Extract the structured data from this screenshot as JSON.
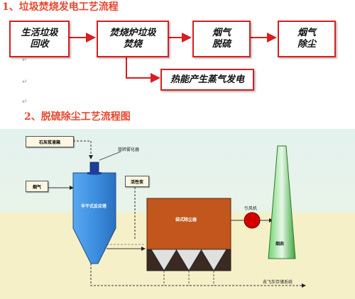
{
  "section1": {
    "heading": "1、垃圾焚烧发电工艺流程"
  },
  "flow1": {
    "box1": {
      "line1": "生活垃圾",
      "line2": "回收"
    },
    "box2": {
      "line1": "焚烧炉垃圾",
      "line2": "焚烧"
    },
    "box3": {
      "line1": "烟气",
      "line2": "脱硫"
    },
    "box4": {
      "line1": "烟气",
      "line2": "除尘"
    },
    "box5": {
      "label": "热能产生蒸气发电"
    }
  },
  "return_mark": "↵",
  "section2": {
    "heading": "2、脱硫除尘工艺流程图"
  },
  "diagram": {
    "lime_slurry": "石灰浆液箱",
    "atomizer": "旋转雾化器",
    "flue_gas": "烟气",
    "activated_carbon": "活性炭",
    "reactor": "半干式反应塔",
    "bag_filter": "袋式除尘器",
    "fan": "引风机",
    "chimney": "烟囱",
    "fly_ash": "去飞灰存储系统"
  },
  "colors": {
    "heading": "#e8472e",
    "box_border": "#d81e1e",
    "arrow": "#d81e1e",
    "bg_top": "#e4f2ee",
    "bg_bottom": "#f6f0c8",
    "reactor": "#3d8fe0",
    "filter": "#c2561c",
    "fan": "#d40000",
    "chimney": "#3aa53a"
  }
}
